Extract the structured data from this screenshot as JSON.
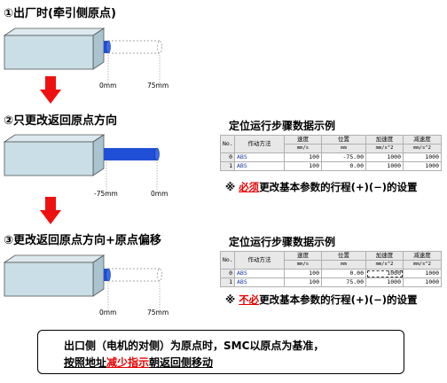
{
  "scenarios": [
    {
      "heading": "①出厂时(牵引侧原点)",
      "scale_left": "0mm",
      "scale_right": "75mm"
    },
    {
      "heading": "②只更改返回原点方向",
      "scale_left": "-75mm",
      "scale_right": "0mm"
    },
    {
      "heading": "③更改返回原点方向+原点偏移",
      "scale_left": "0mm",
      "scale_right": "75mm"
    }
  ],
  "tables": [
    {
      "title": "定位运行步骤数据示例",
      "headers": [
        "No.",
        "作动方法",
        "速度",
        "位置",
        "加速度",
        "减速度"
      ],
      "units": [
        "",
        "",
        "mm/s",
        "mm",
        "mm/s^2",
        "mm/s^2"
      ],
      "rows": [
        [
          "0",
          "ABS",
          "100",
          "-75.00",
          "1000",
          "1000"
        ],
        [
          "1",
          "ABS",
          "100",
          "0.00",
          "1000",
          "1000"
        ]
      ],
      "note_prefix": "※ ",
      "note_highlight": "必须",
      "note_suffix": "更改基本参数的行程(+)(−)的设置"
    },
    {
      "title": "定位运行步骤数据示例",
      "headers": [
        "No.",
        "作动方法",
        "速度",
        "位置",
        "加速度",
        "减速度"
      ],
      "units": [
        "",
        "",
        "mm/s",
        "mm",
        "mm/s^2",
        "mm/s^2"
      ],
      "rows": [
        [
          "0",
          "ABS",
          "100",
          "0.00",
          "1000",
          "1000"
        ],
        [
          "1",
          "ABS",
          "100",
          "75.00",
          "1000",
          "1000"
        ]
      ],
      "note_prefix": "※ ",
      "note_highlight": "不必",
      "note_suffix": "更改基本参数的行程(+)(−)的设置"
    }
  ],
  "bottom": {
    "line1": "出口侧（电机的对侧）为原点时，SMC以原点为基准，",
    "line2_part1": "按照地址",
    "line2_highlight": "减少指示",
    "line2_part2": "朝返回侧移动"
  },
  "colors": {
    "body_fill": "#c9dee6",
    "rod_blue": "#1f4fd6",
    "arrow_red": "#ee1111",
    "highlight_red": "#e60000"
  }
}
